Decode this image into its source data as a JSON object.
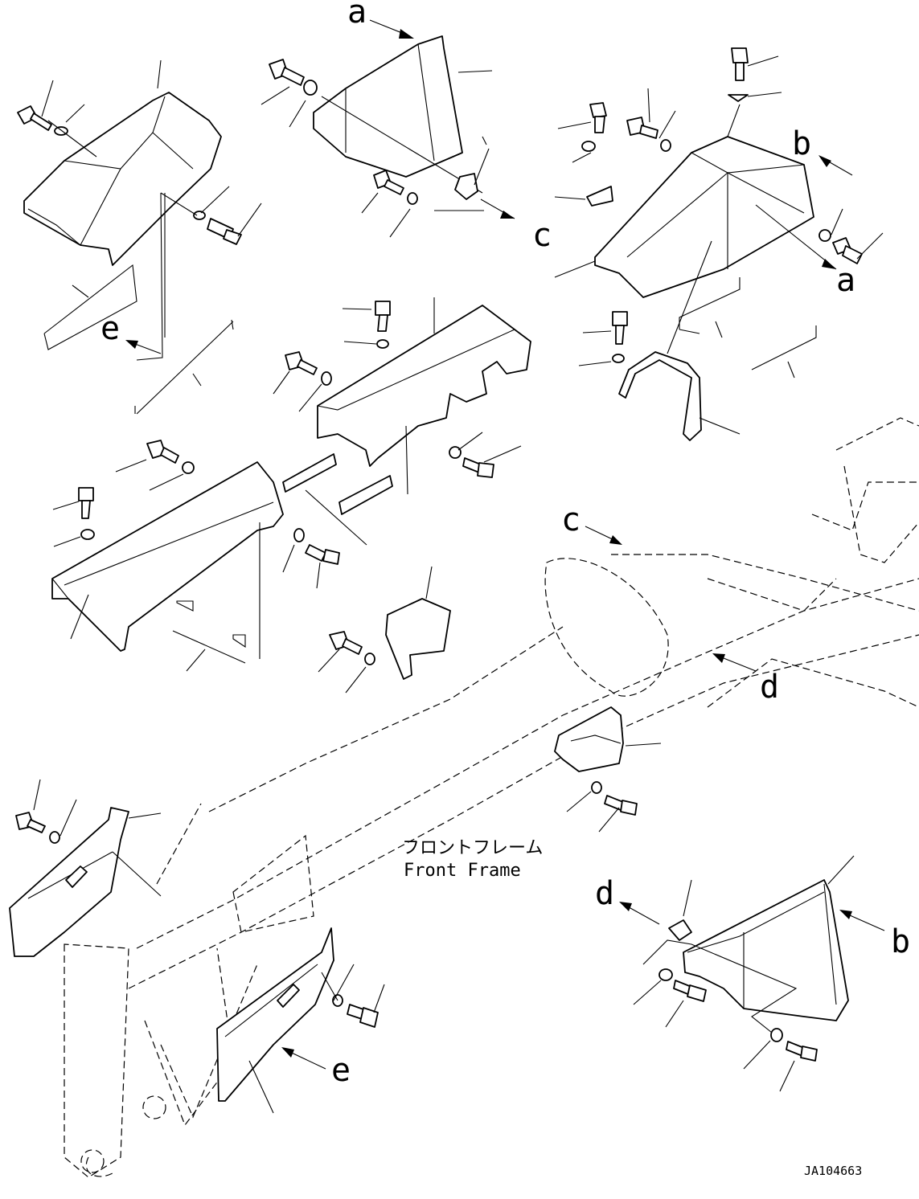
{
  "diagram": {
    "ref_labels": {
      "a_top": "a",
      "a_right": "a",
      "b_top": "b",
      "b_bottom": "b",
      "c_top": "c",
      "c_mid": "c",
      "d_mid": "d",
      "d_bottom": "d",
      "e_top": "e",
      "e_bottom": "e"
    },
    "frame_caption_jp": "フロントフレーム",
    "frame_caption_en": "Front Frame",
    "drawing_code": "JA104663"
  }
}
